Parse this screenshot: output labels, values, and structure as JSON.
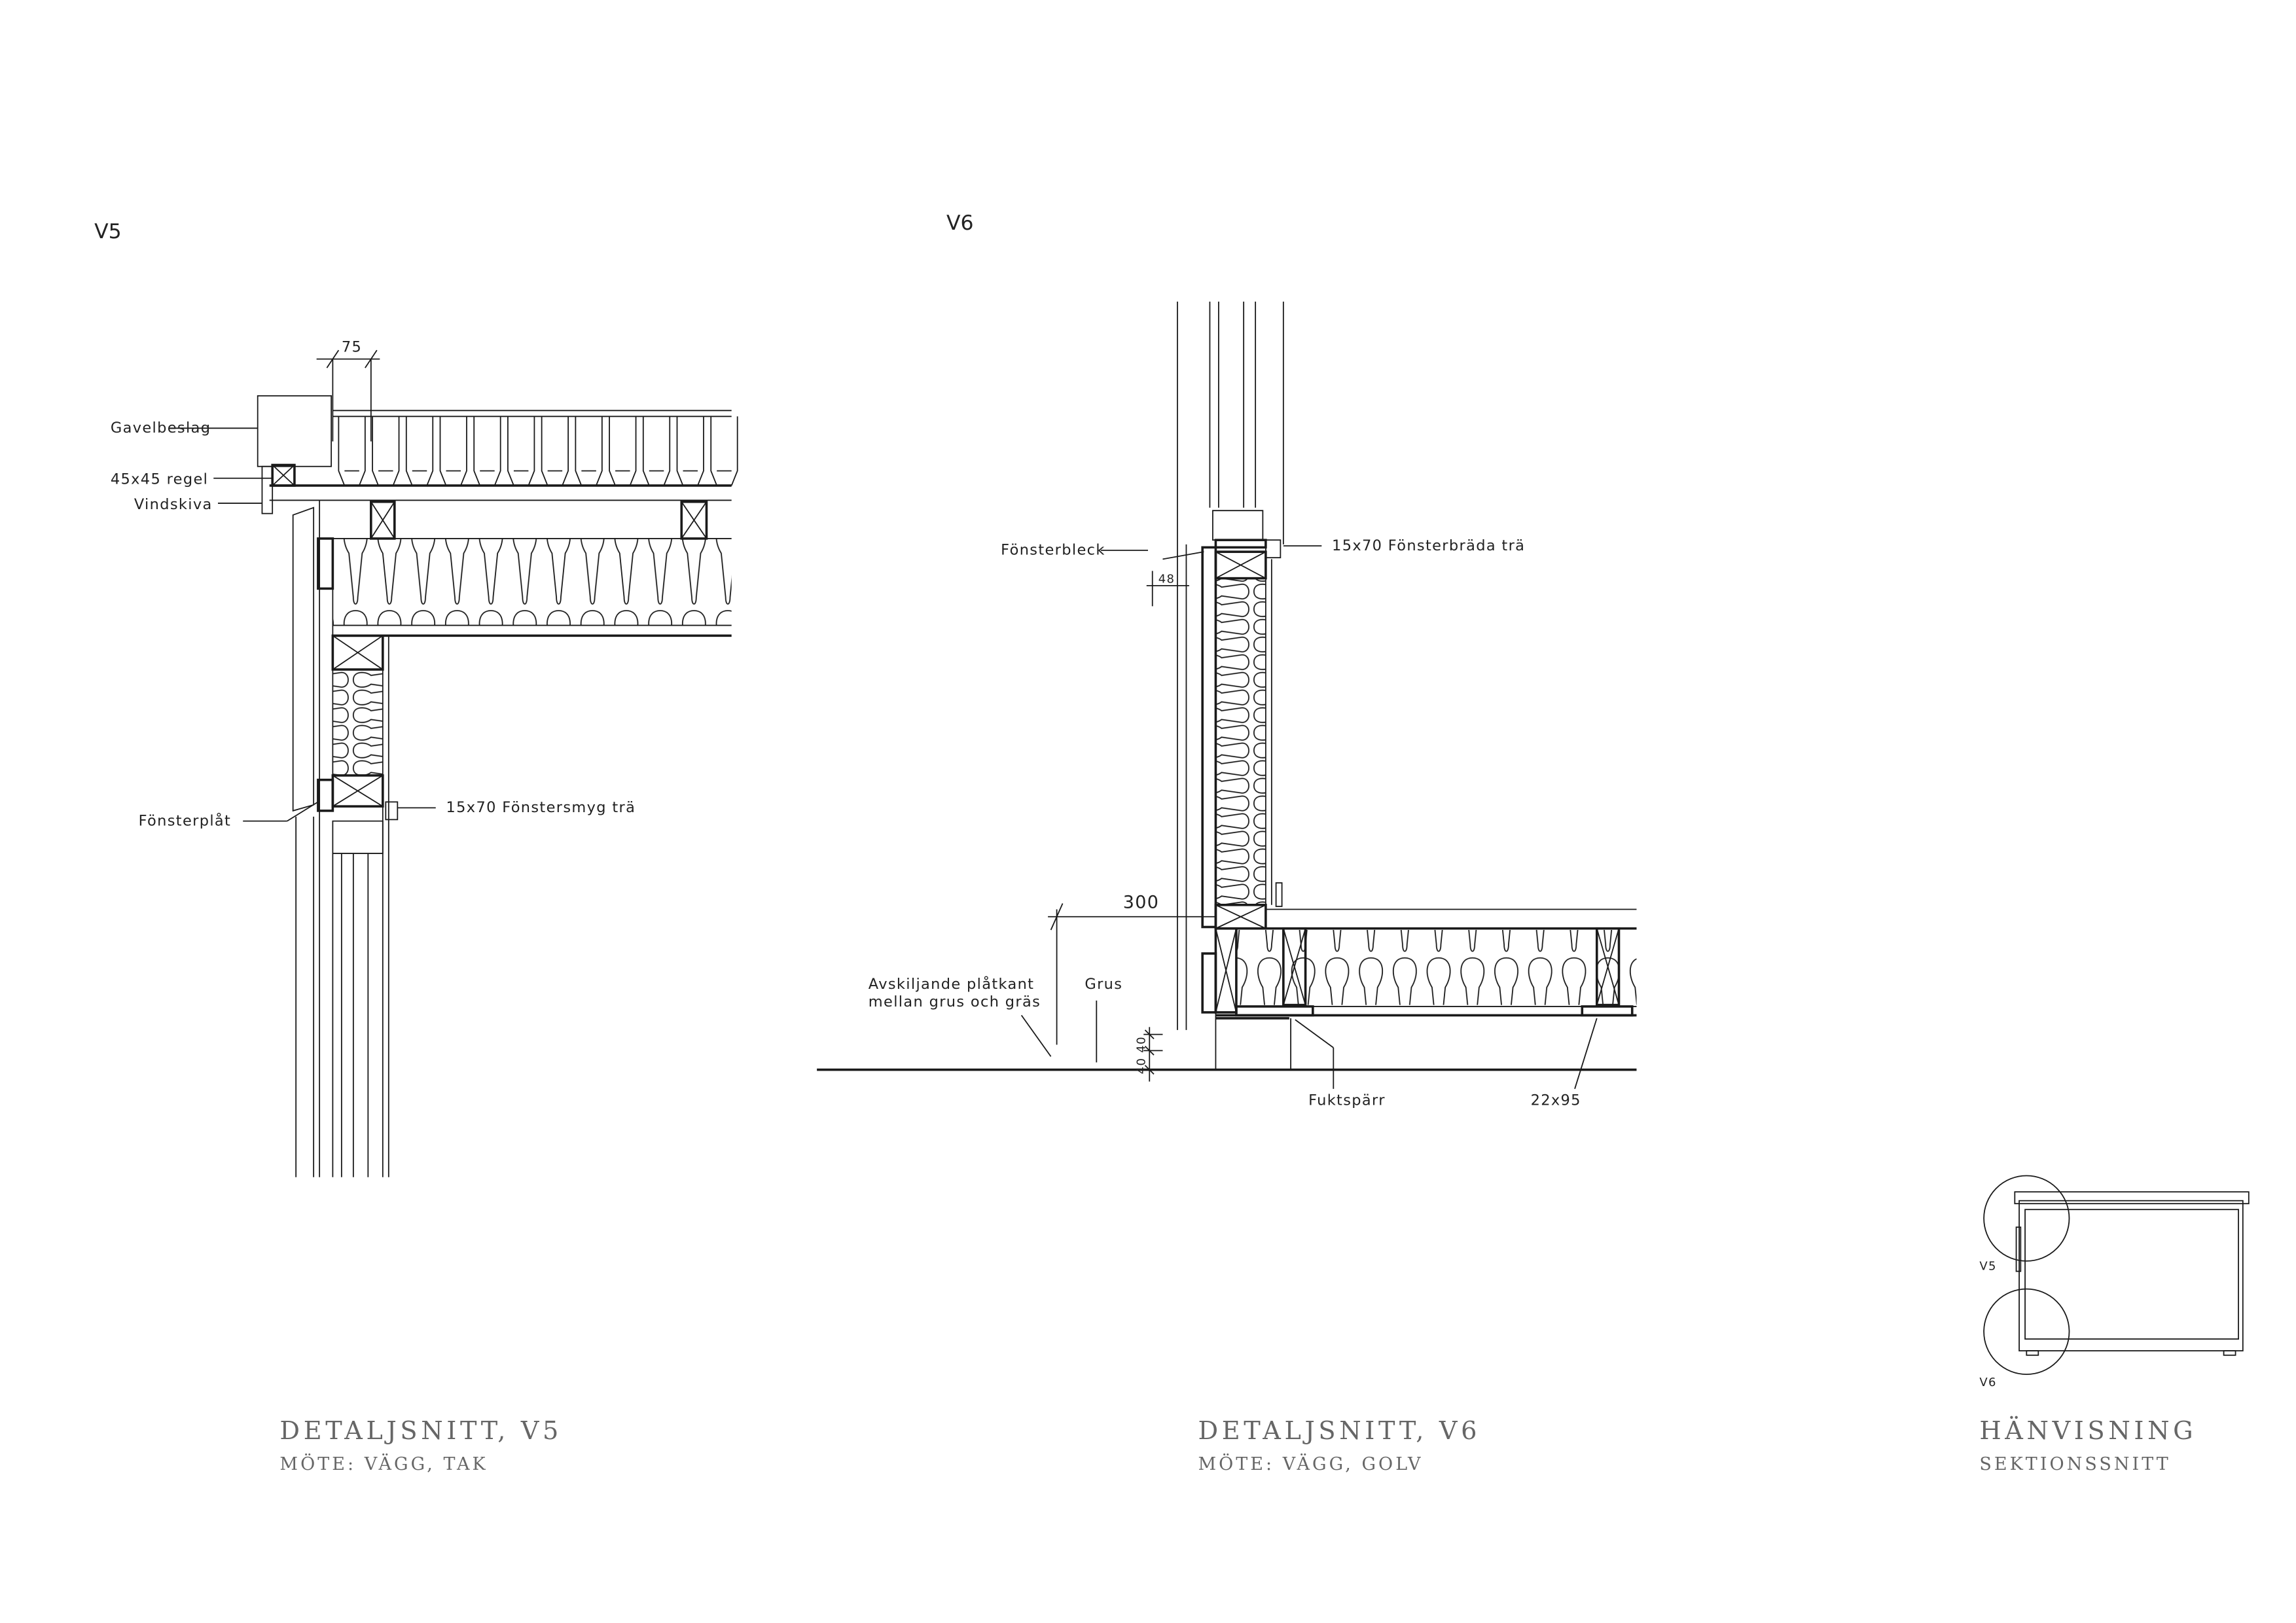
{
  "v5": {
    "marker": "V5",
    "dim_75": "75",
    "labels": {
      "gavelbeslag": "Gavelbeslag",
      "regel": "45x45  regel",
      "vindskiva": "Vindskiva",
      "fonsterplat": "Fönsterplåt",
      "fonstersmyg": "15x70  Fönstersmyg  trä"
    },
    "title": "DETALJSNITT, V5",
    "subtitle": "MÖTE: VÄGG, TAK"
  },
  "v6": {
    "marker": "V6",
    "labels": {
      "fonsterbleck": "Fönsterbleck",
      "fonsterbrada": "15x70  Fönsterbräda  trä",
      "dim_48": "48",
      "dim_300": "300",
      "platkant_1": "Avskiljande  plåtkant",
      "platkant_2": "mellan  grus  och  gräs",
      "grus": "Grus",
      "dim_40_40": "40 40",
      "fuktsparr": "Fuktspärr",
      "regel_22x95": "22x95"
    },
    "title": "DETALJSNITT, V6",
    "subtitle": "MÖTE: VÄGG, GOLV"
  },
  "reference": {
    "v5": "V5",
    "v6": "V6",
    "title": "HÄNVISNING",
    "subtitle": "SEKTIONSSNITT"
  }
}
